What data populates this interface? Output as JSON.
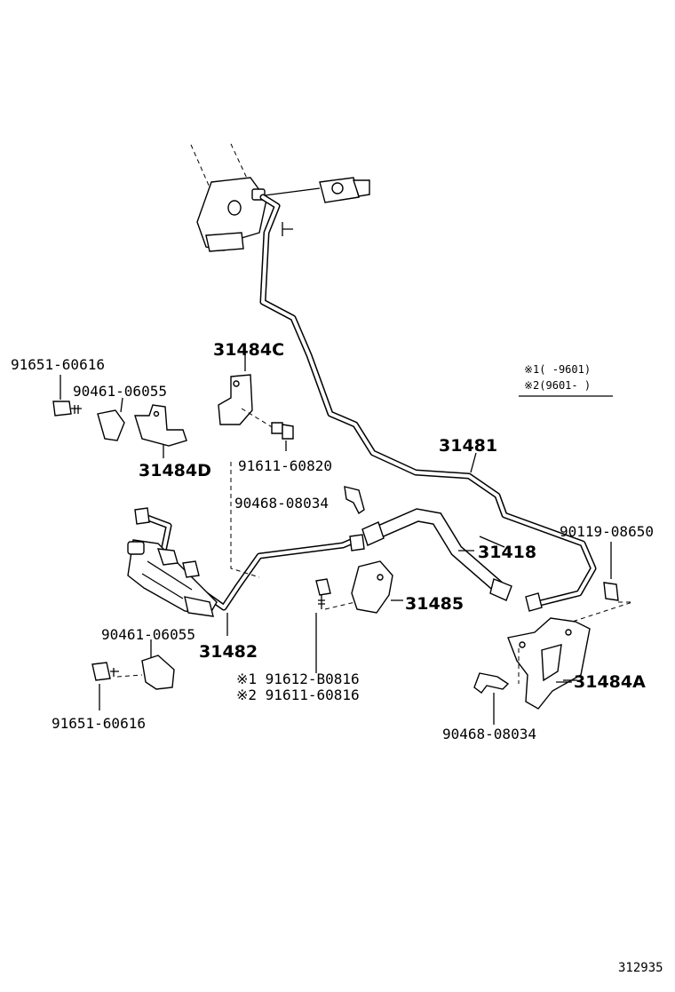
{
  "labels": {
    "p31484C": "31484C",
    "bolt_91651_top": "91651-60616",
    "clamp_90461_top": "90461-06055",
    "p31484D": "31484D",
    "bolt_91611_60820": "91611-60820",
    "clip_90468_left": "90468-08034",
    "p31481": "31481",
    "bolt_90119": "90119-08650",
    "p31418": "31418",
    "p31485": "31485",
    "p31482": "31482",
    "clamp_90461_bottom": "90461-06055",
    "bolt_91651_bottom": "91651-60616",
    "note1_part": "※1  91612-B0816",
    "note2_part": "※2  91611-60816",
    "p31484A": "31484A",
    "clip_90468_right": "90468-08034"
  },
  "legend": {
    "line1": "※1(    -9601)",
    "line2": "※2(9601-    )"
  },
  "diagram_id": "312935"
}
